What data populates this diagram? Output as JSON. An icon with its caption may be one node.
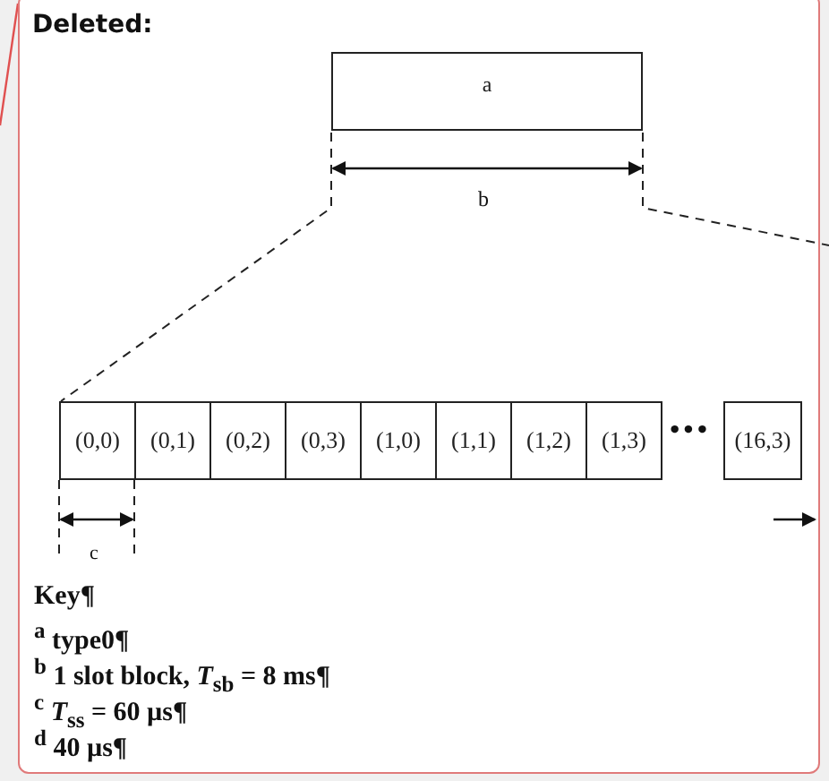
{
  "diagram": {
    "nodes": [
      {
        "text": [
          "a"
        ]
      },
      {
        "text": [
          "(0,0)"
        ]
      },
      {
        "text": [
          "(0,1)"
        ]
      },
      {
        "text": [
          "(0,2)"
        ]
      },
      {
        "text": [
          "(0,3)"
        ]
      },
      {
        "text": [
          "(1,0)"
        ]
      },
      {
        "text": [
          "(1,1)"
        ]
      },
      {
        "text": [
          "(1,2)"
        ]
      },
      {
        "text": [
          "(1,3)"
        ]
      },
      {
        "text": [
          "(16,3)"
        ]
      }
    ],
    "edges": [
      {
        "from": 0,
        "to": 1,
        "arrow": "none",
        "style": "dashed"
      },
      {
        "from": 0,
        "to": null,
        "arrow": "none",
        "style": "dashed"
      }
    ],
    "labels": [
      "Deleted:",
      "b",
      "c",
      "•••",
      "Key¶",
      "$^{a}$ type0¶",
      "$^{b}$ 1 slot block, *T*$_{sb}$ = 8 ms¶",
      "$^{c}$ *T*$_{ss}$ = 60 µs¶",
      "$^{d}$ 40 µs¶"
    ]
  }
}
